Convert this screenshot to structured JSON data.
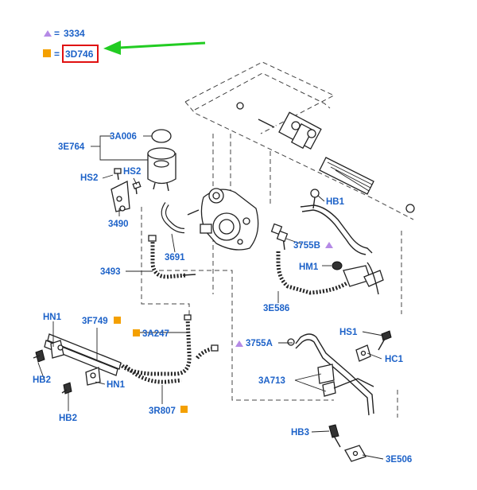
{
  "legend": {
    "triangle_code": "3334",
    "square_code": "3D746",
    "equals": "="
  },
  "colors": {
    "label": "#1d62c8",
    "triangle_marker": "#b58ae6",
    "square_marker": "#f4a000",
    "highlight_box": "#e01010",
    "arrow": "#22cc22"
  },
  "labels": {
    "l_3a006": "3A006",
    "l_3e764": "3E764",
    "l_hs2a": "HS2",
    "l_hs2b": "HS2",
    "l_3490": "3490",
    "l_hb1": "HB1",
    "l_3755b": "3755B",
    "l_hm1": "HM1",
    "l_3691": "3691",
    "l_3493": "3493",
    "l_3e586": "3E586",
    "l_hn1a": "HN1",
    "l_3f749": "3F749",
    "l_3a247": "3A247",
    "l_hs1": "HS1",
    "l_3755a": "3755A",
    "l_hc1": "HC1",
    "l_hb2a": "HB2",
    "l_hn1b": "HN1",
    "l_3a713": "3A713",
    "l_hb2b": "HB2",
    "l_3r807": "3R807",
    "l_hb3": "HB3",
    "l_3e506": "3E506"
  }
}
